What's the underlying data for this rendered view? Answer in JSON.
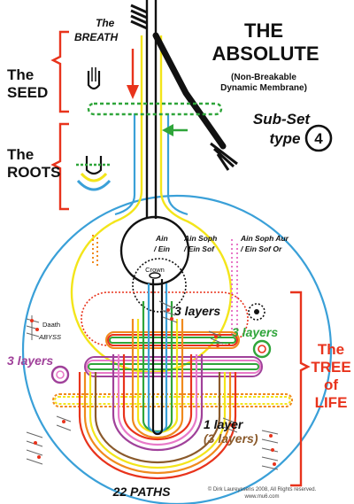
{
  "header": {
    "title_line1": "THE",
    "title_line2": "ABSOLUTE",
    "subtitle_line1": "(Non-Breakable",
    "subtitle_line2": "Dynamic Membrane)",
    "subset_line1": "Sub-Set",
    "subset_line2": "type",
    "subset_number": "4"
  },
  "left_labels": {
    "breath_line1": "The",
    "breath_line2": "BREATH",
    "seed_line1": "The",
    "seed_line2": "SEED",
    "roots_line1": "The",
    "roots_line2": "ROOTS"
  },
  "sphere_labels": {
    "ain_line1": "Ain",
    "ain_line2": "/ Ein",
    "ain_soph_line1": "Ain Soph",
    "ain_soph_line2": "/ Ein Sof",
    "ain_soph_aur_line1": "Ain Soph Aur",
    "ain_soph_aur_line2": "/ Ein Sof Or",
    "crown": "Crown",
    "daath": "Daath",
    "abyss": "ABYSS"
  },
  "layer_labels": {
    "three_layers_center": "3 layers",
    "three_layers_right": "3 layers",
    "three_layers_left": "3 layers",
    "one_layer": "1 layer",
    "one_layer_sub": "(3 layers)"
  },
  "tree_label": {
    "line1": "The",
    "line2": "TREE",
    "line3": "of",
    "line4": "LIFE"
  },
  "footer": {
    "paths": "22 PATHS",
    "copyright": "© Dirk Laureyssens 2008, All Rights reserved.",
    "url": "www.mu6.com"
  },
  "colors": {
    "black": "#111111",
    "red": "#e8331c",
    "green": "#2fa53a",
    "blue": "#3aa0d8",
    "yellow": "#f3e51a",
    "purple": "#a0419a",
    "pink": "#e879c8",
    "orange": "#f08a1d",
    "brown": "#8a5a2b"
  }
}
